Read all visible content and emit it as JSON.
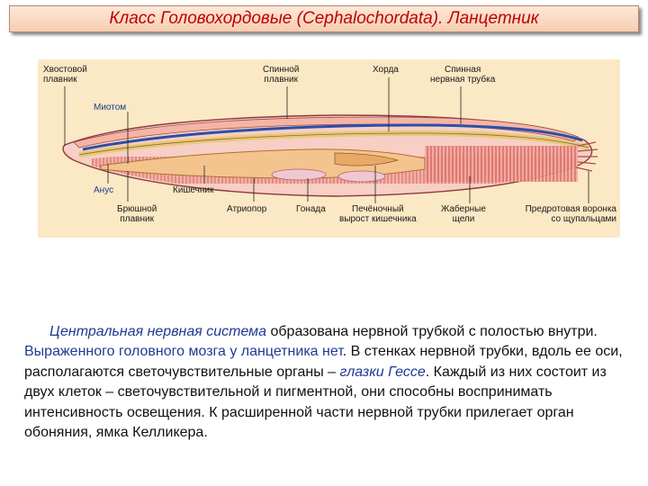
{
  "title": "Класс Головохордовые (Cephalochordata). Ланцетник",
  "labels": {
    "tail_fin_1": "Хвостовой",
    "tail_fin_2": "плавник",
    "myotome": "Миотом",
    "dorsal_fin_1": "Спинной",
    "dorsal_fin_2": "плавник",
    "notochord": "Хорда",
    "neural_tube_1": "Спинная",
    "neural_tube_2": "нервная трубка",
    "anus": "Анус",
    "intestine": "Кишечник",
    "ventral_fin_1": "Брюшной",
    "ventral_fin_2": "плавник",
    "atriopore": "Атриопор",
    "gonad": "Гонада",
    "hepatic_1": "Печёночный",
    "hepatic_2": "вырост кишечника",
    "gill_1": "Жаберные",
    "gill_2": "щели",
    "funnel_1": "Предротовая воронка",
    "funnel_2": "со щупальцами"
  },
  "description": {
    "s1": "Центральная нервная система",
    "s2": " образована нервной трубкой с полостью внутри. ",
    "s3": "Выраженного головного мозга у ланцетника нет",
    "s4": ". В стенках нервной трубки, вдоль ее оси, располагаются светочувствительные органы – ",
    "s5": "глазки Гессе",
    "s6": ". Каждый из них состоит из двух клеток – светочувствительной и пигментной, они способны воспринимать интенсивность освещения. К расширенной части нервной трубки прилегает орган обоняния, ямка Келликера",
    "s7": "."
  },
  "colors": {
    "title_text": "#c00000",
    "highlight": "#1f3a93",
    "figure_bg": "#fbe8c4"
  }
}
